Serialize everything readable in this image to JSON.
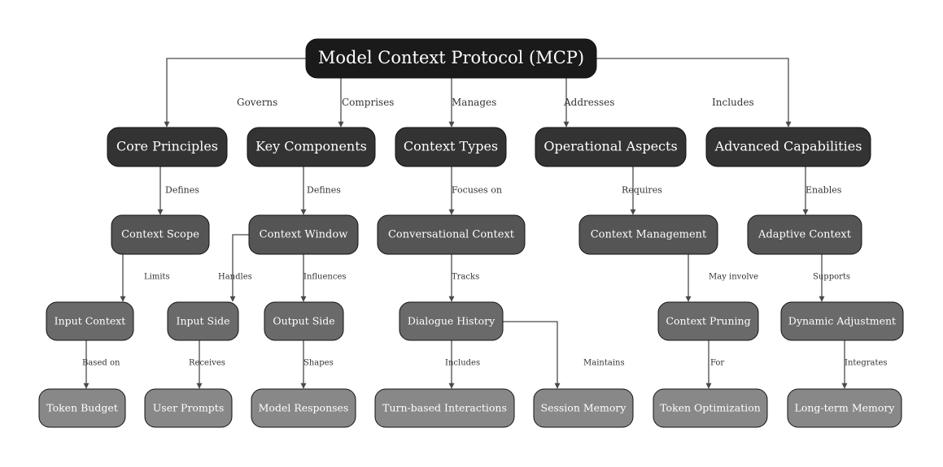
{
  "nodes": {
    "mcp": "Model Context Protocol (MCP)",
    "core_principles": "Core Principles",
    "key_components": "Key Components",
    "context_types": "Context Types",
    "operational_aspects": "Operational Aspects",
    "advanced_capabilities": "Advanced Capabilities",
    "context_scope": "Context Scope",
    "context_window": "Context Window",
    "conversational_context": "Conversational Context",
    "context_management": "Context Management",
    "adaptive_context": "Adaptive Context",
    "input_context": "Input Context",
    "input_side": "Input Side",
    "output_side": "Output Side",
    "dialogue_history": "Dialogue History",
    "context_pruning": "Context Pruning",
    "dynamic_adjustment": "Dynamic Adjustment",
    "token_budget": "Token Budget",
    "user_prompts": "User Prompts",
    "model_responses": "Model Responses",
    "turn_based_interactions": "Turn-based Interactions",
    "session_memory": "Session Memory",
    "token_optimization": "Token Optimization",
    "long_term_memory": "Long-term Memory"
  },
  "edges": {
    "governs": "Governs",
    "comprises": "Comprises",
    "manages": "Manages",
    "addresses": "Addresses",
    "includes_top": "Includes",
    "defines_core": "Defines",
    "defines_key": "Defines",
    "focuses_on": "Focuses on",
    "requires": "Requires",
    "enables": "Enables",
    "limits": "Limits",
    "handles": "Handles",
    "influences": "Influences",
    "tracks": "Tracks",
    "may_involve": "May involve",
    "supports": "Supports",
    "based_on": "Based on",
    "receives": "Receives",
    "shapes": "Shapes",
    "includes_dialogue": "Includes",
    "maintains": "Maintains",
    "for": "For",
    "integrates": "Integrates"
  }
}
